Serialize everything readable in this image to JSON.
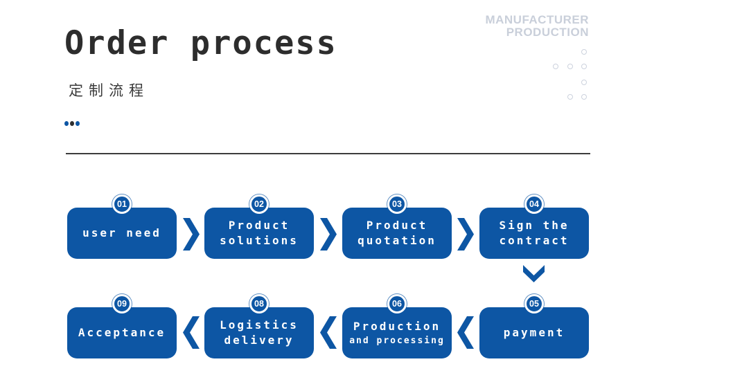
{
  "header": {
    "title": "Order process",
    "subtitle_cn": "定制流程",
    "watermark_line1": "MANUFACTURER",
    "watermark_line2": "PRODUCTION"
  },
  "colors": {
    "primary_blue": "#0D56A4",
    "title_dark": "#2D2D2D",
    "divider_dark": "#3C3C3C",
    "watermark_gray": "#C9CFDA",
    "dot_dark": "#2F2F2F",
    "box_text_white": "#FFFFFF"
  },
  "flow": {
    "rows": [
      {
        "direction": "right",
        "steps": [
          {
            "num": "01",
            "lines": [
              "user need"
            ]
          },
          {
            "num": "02",
            "lines": [
              "Product",
              "solutions"
            ]
          },
          {
            "num": "03",
            "lines": [
              "Product",
              "quotation"
            ]
          },
          {
            "num": "04",
            "lines": [
              "Sign the",
              "contract"
            ]
          }
        ]
      },
      {
        "direction": "left",
        "steps": [
          {
            "num": "09",
            "lines": [
              "Acceptance"
            ]
          },
          {
            "num": "08",
            "lines": [
              "Logistics",
              "delivery"
            ]
          },
          {
            "num": "06",
            "lines": [
              "Production",
              "and processing"
            ]
          },
          {
            "num": "05",
            "lines": [
              "payment"
            ]
          }
        ]
      }
    ]
  }
}
